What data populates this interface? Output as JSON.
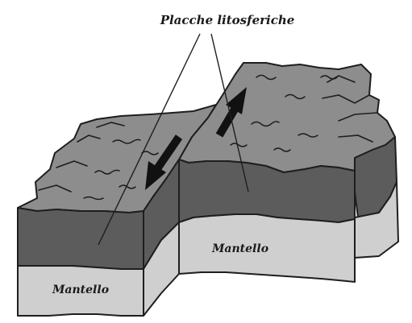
{
  "diagram": {
    "title_label": "Placche litosferiche",
    "mantle_label_left": "Mantello",
    "mantle_label_right": "Mantello",
    "colors": {
      "top_surface": "#8d8d8d",
      "crust_side": "#5c5c5c",
      "mantle_side": "#cfcfcf",
      "outline": "#1e1e1e",
      "arrow": "#111111"
    }
  }
}
